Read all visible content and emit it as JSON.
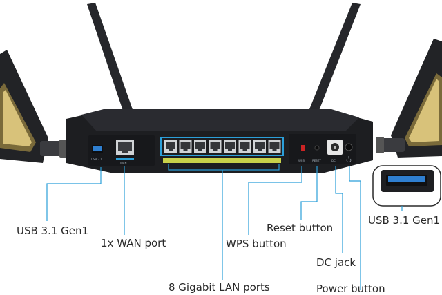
{
  "labels": {
    "usb_left": "USB 3.1 Gen1",
    "wan": "1x WAN port",
    "lan": "8 Gigabit LAN ports",
    "wps": "WPS button",
    "reset": "Reset button",
    "dc": "DC jack",
    "power": "Power button",
    "usb_right": "USB 3.1 Gen1"
  },
  "port_labels": {
    "usb": "USB 3.1",
    "wan": "WAN",
    "wps": "WPS",
    "reset": "RESET",
    "dc": "DC",
    "power": "POWER"
  },
  "icons": {
    "usb_port": "usb-port-icon",
    "ethernet_port": "ethernet-port-icon",
    "power": "power-icon"
  },
  "colors": {
    "callout_line": "#2b9fd9",
    "router_body": "#1d1e21",
    "lan_frame": "#2b9fd9",
    "lan_strip": "#c8d24a",
    "usb_blue": "#2f7fd0",
    "antenna_accent": "#c9a24a",
    "wps_led": "#cc2424"
  },
  "lan_port_count": 8
}
